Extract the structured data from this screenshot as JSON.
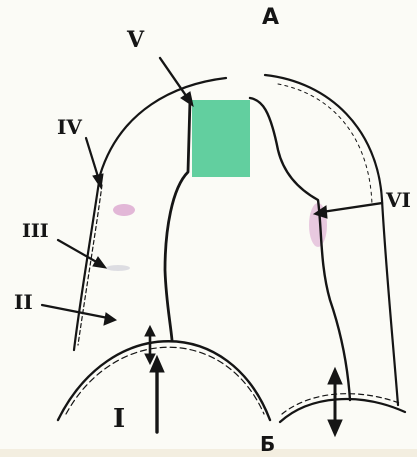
{
  "diagram": {
    "labels": {
      "top": "А",
      "bottom": "Б",
      "i": "I",
      "ii": "II",
      "iii": "III",
      "iv": "IV",
      "v": "V",
      "vi": "VI"
    },
    "colors": {
      "ink": "#151515",
      "green_region": "#3cc48a",
      "pink_marks": "#d9a0cc",
      "paper": "#fbfbf6"
    }
  }
}
